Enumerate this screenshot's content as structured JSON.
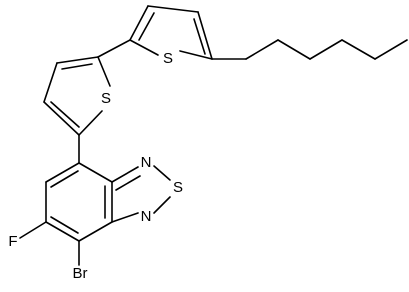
{
  "molecule": {
    "atoms": {
      "s_thiophene_a": "S",
      "s_thiophene_b": "S",
      "n_thiadiazole_top": "N",
      "s_thiadiazole": "S",
      "n_thiadiazole_bottom": "N",
      "fluorine": "F",
      "bromine": "Br"
    }
  }
}
